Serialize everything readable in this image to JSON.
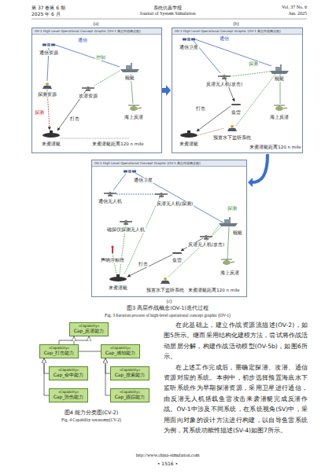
{
  "diagram": {
    "nodes": [
      {
        "text": [
          "OV-1 High Level Operational Concept Graphic [OV-1 高层作战概念图]"
        ]
      },
      {
        "text": [
          "OV-1 High Level Operational Concept Graphic [OV-1 高层作战概念图]"
        ]
      },
      {
        "text": [
          "OV-1 High Level Operational Concept Graphic [OV-1 高层作战概念图]"
        ]
      },
      {
        "text": [
          "«Capability»",
          "Cap_反潜能力"
        ]
      },
      {
        "text": [
          "«Capability»",
          "Cap_打击能力"
        ]
      },
      {
        "text": [
          "«Capability»",
          "Cap_感知能力"
        ]
      },
      {
        "text": [
          "«Capability»",
          "Cap_命中能力"
        ]
      },
      {
        "text": [
          "«Capability»",
          "Cap_搜索能力"
        ]
      },
      {
        "text": [
          "«Capability»",
          "Cap_毁伤能力"
        ]
      },
      {
        "text": [
          "«Capability»",
          "Cap_跟踪能力"
        ]
      }
    ],
    "edges": [
      {
        "from": 4,
        "to": 3,
        "arrow": "to"
      },
      {
        "from": 5,
        "to": 3,
        "arrow": "to"
      },
      {
        "from": 6,
        "to": 4,
        "arrow": "to"
      },
      {
        "from": 8,
        "to": 4,
        "arrow": "to"
      },
      {
        "from": 7,
        "to": 5,
        "arrow": "to"
      },
      {
        "from": 9,
        "to": 5,
        "arrow": "to"
      }
    ],
    "labels": [
      "第 37 卷第 6 期",
      "系统仿真学报",
      "Vol. 37 No. 6",
      "2025 年 6 月",
      "Journal of System Simulation",
      "Jun. 2025",
      "(a)",
      "(b)",
      "通信资源",
      "通信",
      "控制",
      "舰艇",
      "探测资源",
      "探测",
      "攻潜资源",
      "打击",
      "海上反潜",
      "来袭潜艇",
      "来袭潜艇距离120 n mile",
      "通信卫星",
      "通信",
      "探测",
      "反潜无人机(攻击)",
      "舰艇",
      "打击",
      "鱼雷",
      "海上反潜",
      "来袭潜艇",
      "预置水下监听系统",
      "来袭潜艇距离120 n mile",
      "通信卫星",
      "通信无人机",
      "反潜无人机(探测)",
      "磁探仪探测无人机",
      "反潜无人机(攻击)",
      "探测",
      "声呐浮标阵",
      "打击",
      "鱼雷",
      "海上反潜",
      "舰艇",
      "来袭潜艇",
      "预置水下监听系统",
      "来袭潜艇距离120 n mile",
      "(c)",
      "图3 高层作战概念(OV-1)迭代过程",
      "Fig. 3 Iteration process of high-level operational concept graphic (OV-1)",
      "图4 能力分类图(CV-2)",
      "Fig. 4 Capability taxonomy(CV-2)",
      "在此基础上，建立作战资源流描述(OV-2)，如图5所示。继而采用结构化建模方法，尝试将作战活动层层分解，构建作战活动模型(OV-5b)，如图6所示。",
      "在上述工作完成后，需确定探潜、攻潜、通信资源对应的系统。本例中，初步选择预置海底水下监听系统作为早期探潜资源，采用卫星进行通信，由反潜无人机搭载鱼雷攻击来袭潜艇完成反潜作战。OV-1中涉及不同系统，在系统视角(SV)中，采用面向对象的设计方法进行构建，以自导鱼雷系统为例，其系统功能性描述(SV-4)如图7所示。",
      "http://www.china-simulation.com",
      "• 1516 •"
    ]
  }
}
